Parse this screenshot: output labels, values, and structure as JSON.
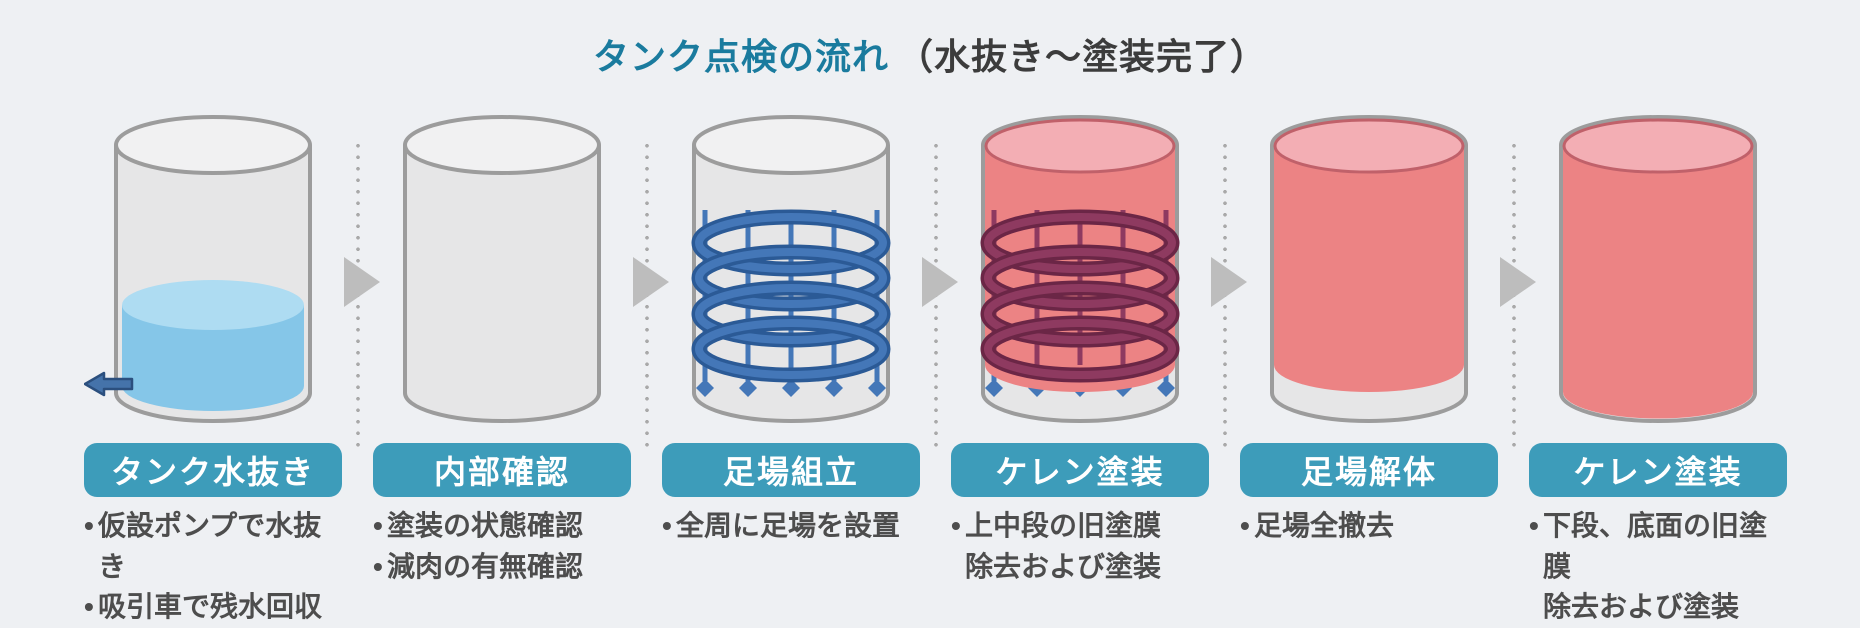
{
  "title": {
    "main": "タンク点検の流れ",
    "sub": "（水抜き〜塗装完了）"
  },
  "stages": [
    {
      "label": "タンク水抜き",
      "tank": "water-drain",
      "bullets": [
        [
          "仮設ポンプで水抜き"
        ],
        [
          "吸引車で残水回収"
        ]
      ]
    },
    {
      "label": "内部確認",
      "tank": "empty",
      "bullets": [
        [
          "塗装の状態確認"
        ],
        [
          "減肉の有無確認"
        ]
      ]
    },
    {
      "label": "足場組立",
      "tank": "scaffold",
      "bullets": [
        [
          "全周に足場を設置"
        ]
      ]
    },
    {
      "label": "ケレン塗装",
      "tank": "painted-scaffold",
      "bullets": [
        [
          "上中段の旧塗膜",
          "除去および塗装"
        ]
      ]
    },
    {
      "label": "足場解体",
      "tank": "painted-partial",
      "bullets": [
        [
          "足場全撤去"
        ]
      ]
    },
    {
      "label": "ケレン塗装",
      "tank": "painted-full",
      "bullets": [
        [
          "下段、底面の旧塗膜",
          "除去および塗装"
        ]
      ]
    }
  ],
  "bullet_glyph": "•",
  "colors": {
    "background": "#eef0f3",
    "title_accent": "#1a7b9e",
    "title_dark": "#3c3c3c",
    "label_bg": "#3d9cba",
    "label_text": "#ffffff",
    "note_text": "#4d4d4d",
    "tank_border": "#9c9c9c",
    "tank_body": "#e6e6e7",
    "tank_top": "#f1f1f2",
    "water_body": "#85c6e8",
    "water_top": "#aedcf2",
    "drain_arrow": "#4573aa",
    "drain_arrow_dark": "#2b4f7e",
    "scaffold_blue": "#4477b8",
    "scaffold_blue_dark": "#2b5a96",
    "scaffold_maroon": "#8e3a60",
    "scaffold_maroon_dark": "#6b2646",
    "paint_red": "#ec8384",
    "paint_top": "#f3aeb4",
    "paint_rim": "#c0616a",
    "separator_dot": "#a9a9a9",
    "separator_arrow": "#bdbdbd"
  }
}
